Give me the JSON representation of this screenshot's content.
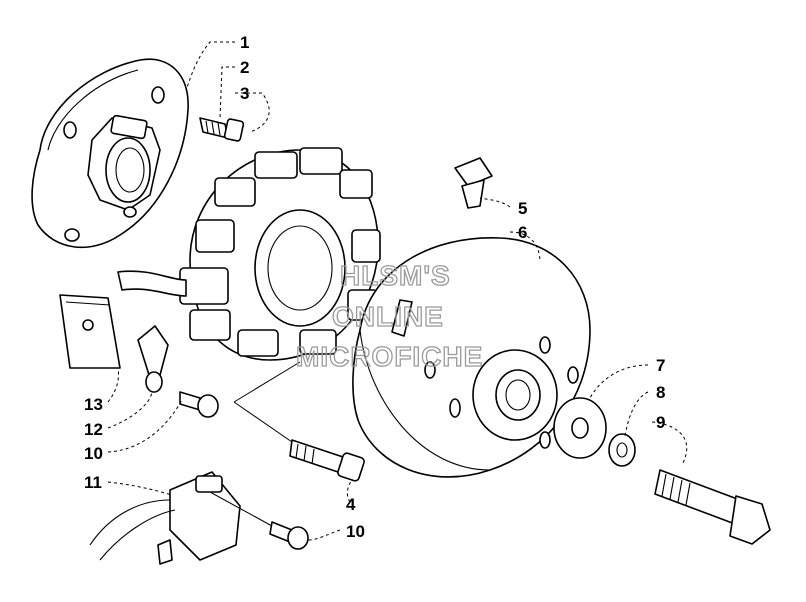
{
  "callouts": [
    {
      "id": "1",
      "text": "1"
    },
    {
      "id": "2",
      "text": "2"
    },
    {
      "id": "3",
      "text": "3"
    },
    {
      "id": "5",
      "text": "5"
    },
    {
      "id": "6",
      "text": "6"
    },
    {
      "id": "7",
      "text": "7"
    },
    {
      "id": "8",
      "text": "8"
    },
    {
      "id": "9",
      "text": "9"
    },
    {
      "id": "13",
      "text": "13"
    },
    {
      "id": "12",
      "text": "12"
    },
    {
      "id": "10a",
      "text": "10"
    },
    {
      "id": "11",
      "text": "11"
    },
    {
      "id": "4",
      "text": "4"
    },
    {
      "id": "10b",
      "text": "10"
    }
  ],
  "watermark": {
    "line1": "HLSM'S",
    "line2": "ONLINE",
    "line3": "MICROFICHE",
    "color": "#9a9a9a"
  }
}
